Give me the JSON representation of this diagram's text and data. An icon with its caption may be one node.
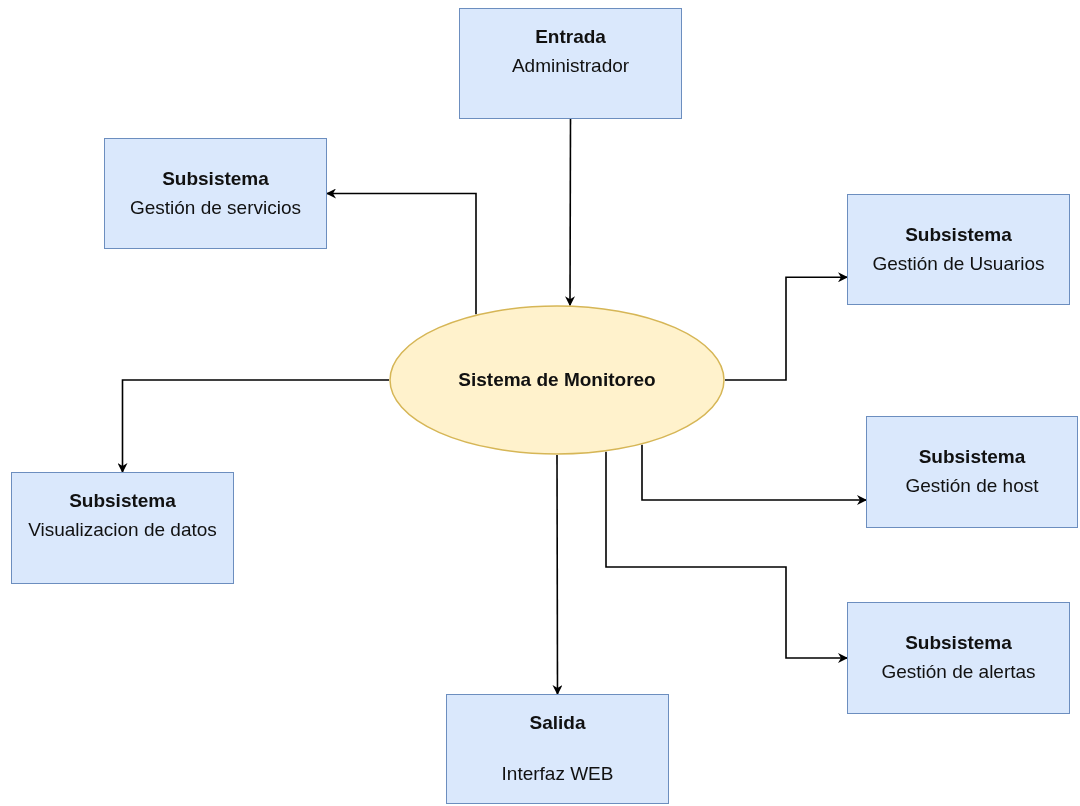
{
  "diagram": {
    "nodes": [
      {
        "text": [
          "Entrada",
          "Administrador"
        ]
      },
      {
        "text": [
          "Subsistema",
          "Gestión de servicios"
        ]
      },
      {
        "text": [
          "Subsistema",
          "Gestión de Usuarios"
        ]
      },
      {
        "text": [
          "Sistema de Monitoreo"
        ]
      },
      {
        "text": [
          "Subsistema",
          "Gestión de host"
        ]
      },
      {
        "text": [
          "Subsistema",
          "Visualizacion de datos"
        ]
      },
      {
        "text": [
          "Subsistema",
          "Gestión de alertas"
        ]
      },
      {
        "text": [
          "Salida",
          "Interfaz WEB"
        ]
      }
    ],
    "edges": [
      {
        "from": 0,
        "to": 3,
        "arrow": "to"
      },
      {
        "from": 3,
        "to": 1,
        "arrow": "to"
      },
      {
        "from": 3,
        "to": 2,
        "arrow": "to"
      },
      {
        "from": 3,
        "to": 5,
        "arrow": "to"
      },
      {
        "from": 3,
        "to": 4,
        "arrow": "to"
      },
      {
        "from": 3,
        "to": 6,
        "arrow": "to"
      },
      {
        "from": 3,
        "to": 7,
        "arrow": "to"
      }
    ]
  }
}
